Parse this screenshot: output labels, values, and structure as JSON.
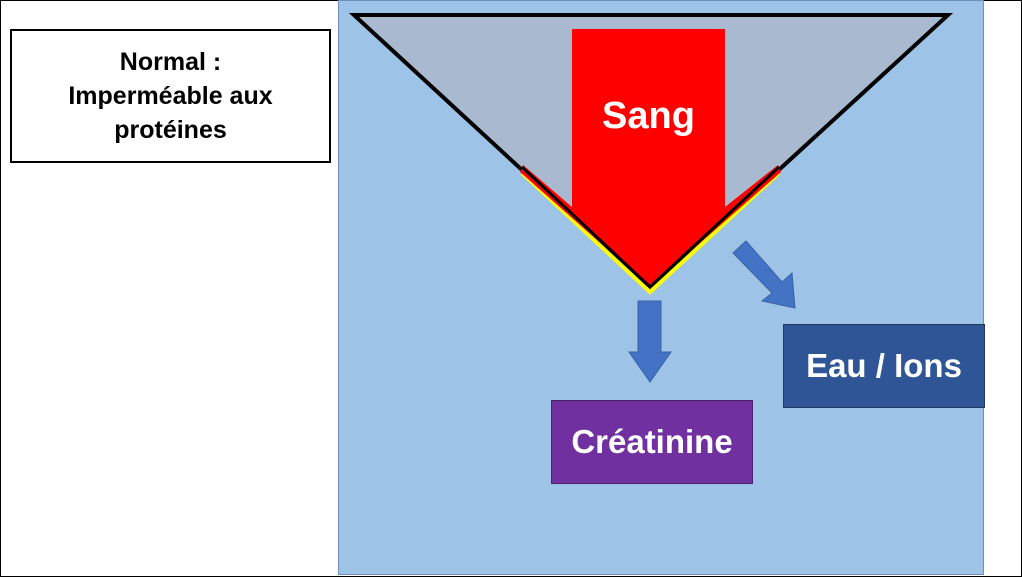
{
  "normal_box": {
    "line1": "Normal :",
    "line2": "Imperméable aux",
    "line3": "protéines"
  },
  "blood_label": "Sang",
  "water_ions_label": "Eau / Ions",
  "creatinine_label": "Créatinine",
  "colors": {
    "panel": "#9dc3e6",
    "filter": "#a9bad0",
    "blood": "#ff0000",
    "arrow": "#4472c4",
    "creatinine": "#7030a0",
    "water": "#2f5597",
    "membrane": "#ffff00"
  }
}
